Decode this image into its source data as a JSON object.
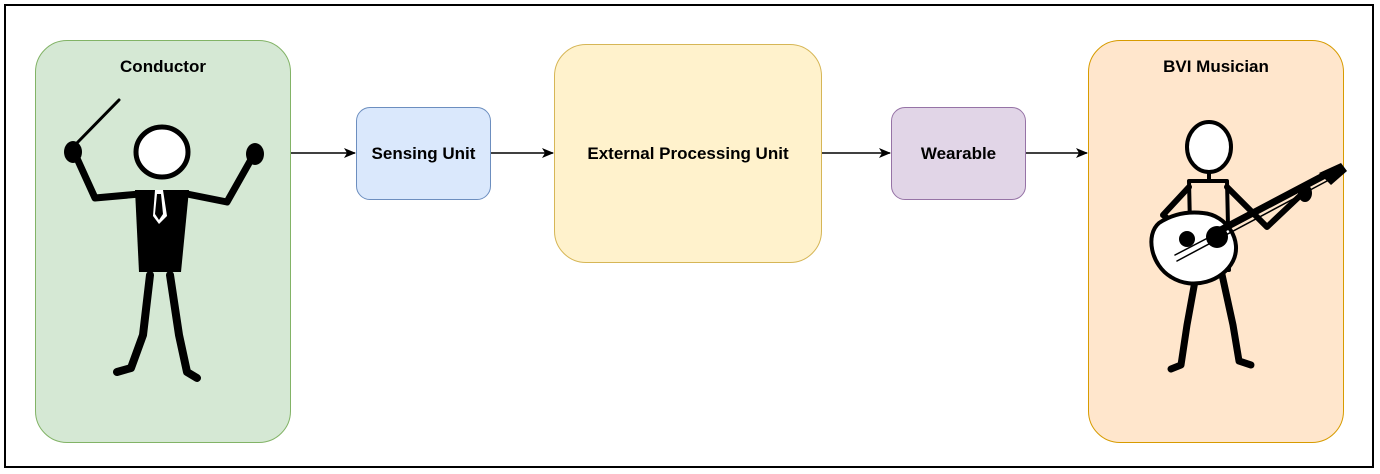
{
  "diagram": {
    "nodes": {
      "conductor": {
        "label": "Conductor",
        "fill": "#d5e8d4",
        "stroke": "#82b366"
      },
      "sensing_unit": {
        "label": "Sensing Unit",
        "fill": "#dae8fc",
        "stroke": "#6c8ebf"
      },
      "external_processing_unit": {
        "label": "External Processing Unit",
        "fill": "#fff2cc",
        "stroke": "#d6b656"
      },
      "wearable": {
        "label": "Wearable",
        "fill": "#e1d5e7",
        "stroke": "#9673a6"
      },
      "bvi_musician": {
        "label": "BVI Musician",
        "fill": "#ffe6cc",
        "stroke": "#d79b00"
      }
    },
    "edges": [
      {
        "from": "conductor",
        "to": "sensing_unit"
      },
      {
        "from": "sensing_unit",
        "to": "external_processing_unit"
      },
      {
        "from": "external_processing_unit",
        "to": "wearable"
      },
      {
        "from": "wearable",
        "to": "bvi_musician"
      }
    ],
    "icons": {
      "conductor_figure": "stick-figure-conductor-with-baton",
      "musician_figure": "stick-figure-playing-guitar"
    }
  }
}
